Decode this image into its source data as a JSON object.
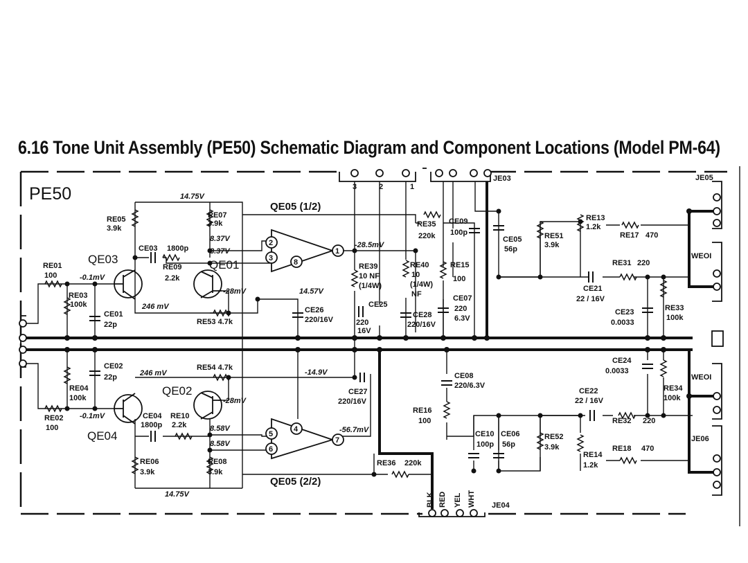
{
  "title": "6.16 Tone Unit Assembly (PE50) Schematic Diagram and Component Locations (Model PM-64)",
  "board": "PE50",
  "ics": {
    "qe05a": "QE05 (1/2)",
    "qe05b": "QE05 (2/2)"
  },
  "transistors": {
    "qe03": "QE03",
    "qe01": "QE01",
    "qe02": "QE02",
    "qe04": "QE04"
  },
  "connectors": {
    "je03": "JE03",
    "je05": "JE05",
    "weo1_top": "WEOI",
    "weo1_bot": "WEOI",
    "je06": "JE06",
    "je04": "JE04"
  },
  "je03_pins": [
    "3",
    "2",
    "1"
  ],
  "je04_wires": [
    "BLK",
    "RED",
    "YEL",
    "WHT"
  ],
  "ic_pins": [
    "2",
    "3",
    "8",
    "1",
    "4",
    "5",
    "6",
    "7"
  ],
  "voltages": {
    "v1475_top": "14.75V",
    "v837_a": "8.37V",
    "v837_b": "8.37V",
    "vm01_top": "-0.1mV",
    "v28_top": "-28mV",
    "v246_top": "246 mV",
    "v1457": "14.57V",
    "vm285": "-28.5mV",
    "v246_bot": "246 mV",
    "vm149": "-14.9V",
    "vm01_bot": "-0.1mV",
    "v28_bot": "-28mV",
    "v858_a": "8.58V",
    "v858_b": "8.58V",
    "vm567": "-56.7mV",
    "v1475_bot": "14.75V"
  },
  "parts": {
    "re05": "RE05",
    "re05v": "3.9k",
    "re07": "RE07",
    "re07v": "3.9k",
    "ce03": "CE03",
    "ce03v": "1800p",
    "re09": "RE09",
    "re09v": "2.2k",
    "re01": "RE01",
    "re01v": "100",
    "re03": "RE03",
    "re03v": "100k",
    "ce01": "CE01",
    "ce01v": "22p",
    "re53": "RE53 4.7k",
    "ce26": "CE26",
    "ce26v": "220/16V",
    "ce25": "CE25",
    "ce25v1": "220",
    "ce25v2": "16V",
    "re39": "RE39",
    "re39v1": "10 NF",
    "re39v2": "(1/4W)",
    "re40": "RE40",
    "re40v1": "10",
    "re40v2": "(1/4W)",
    "re40v3": "NF",
    "ce28": "CE28",
    "ce28v": "220/16V",
    "re15": "RE15",
    "re15v": "100",
    "ce07": "CE07",
    "ce07v1": "220",
    "ce07v2": "6.3V",
    "re35": "RE35",
    "re35v": "220k",
    "ce09": "CE09",
    "ce09v": "100p",
    "ce05": "CE05",
    "ce05v": "56p",
    "re51": "RE51",
    "re51v": "3.9k",
    "re13": "RE13",
    "re13v": "1.2k",
    "re17": "RE17",
    "re17v": "470",
    "re31": "RE31",
    "re31v": "220",
    "ce21": "CE21",
    "ce21v": "22 / 16V",
    "ce23": "CE23",
    "ce23v": "0.0033",
    "re33": "RE33",
    "re33v": "100k",
    "ce02": "CE02",
    "ce02v": "22p",
    "re04": "RE04",
    "re04v": "100k",
    "re02": "RE02",
    "re02v": "100",
    "re54": "RE54 4.7k",
    "ce04": "CE04",
    "ce04v": "1800p",
    "re10": "RE10",
    "re10v": "2.2k",
    "re06": "RE06",
    "re06v": "3.9k",
    "re08": "RE08",
    "re08v": "3.9k",
    "ce27": "CE27",
    "ce27v": "220/16V",
    "ce08": "CE08",
    "ce08v": "220/6.3V",
    "re16": "RE16",
    "re16v": "100",
    "re36": "RE36",
    "re36v": "220k",
    "ce10": "CE10",
    "ce10v": "100p",
    "ce06": "CE06",
    "ce06v": "56p",
    "re52": "RE52",
    "re52v": "3.9k",
    "re14": "RE14",
    "re14v": "1.2k",
    "ce24": "CE24",
    "ce24v": "0.0033",
    "re34": "RE34",
    "re34v": "100k",
    "ce22": "CE22",
    "ce22v": "22 / 16V",
    "re32": "RE32",
    "re32v": "220",
    "re18": "RE18",
    "re18v": "470"
  }
}
